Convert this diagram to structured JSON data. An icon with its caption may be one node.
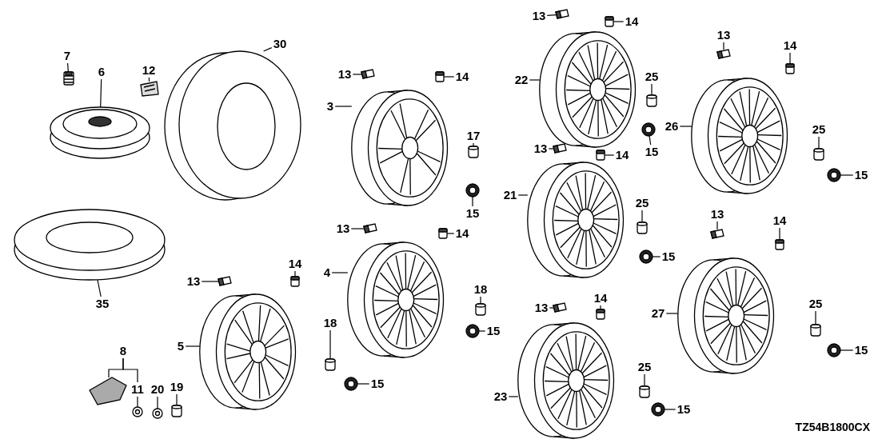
{
  "diagram": {
    "nodes": [
      {
        "text": [
          "7"
        ]
      },
      {
        "text": [
          "6"
        ]
      },
      {
        "text": [
          "12"
        ]
      },
      {
        "text": [
          "30"
        ]
      },
      {
        "text": [
          "35"
        ]
      },
      {
        "text": [
          "13"
        ]
      },
      {
        "text": [
          "14"
        ]
      },
      {
        "text": [
          "3"
        ]
      },
      {
        "text": [
          "17"
        ]
      },
      {
        "text": [
          "15"
        ]
      },
      {
        "text": [
          "13"
        ]
      },
      {
        "text": [
          "14"
        ]
      },
      {
        "text": [
          "4"
        ]
      },
      {
        "text": [
          "18"
        ]
      },
      {
        "text": [
          "15"
        ]
      },
      {
        "text": [
          "13"
        ]
      },
      {
        "text": [
          "14"
        ]
      },
      {
        "text": [
          "5"
        ]
      },
      {
        "text": [
          "18"
        ]
      },
      {
        "text": [
          "15"
        ]
      },
      {
        "text": [
          "8"
        ]
      },
      {
        "text": [
          "11"
        ]
      },
      {
        "text": [
          "20"
        ]
      },
      {
        "text": [
          "19"
        ]
      },
      {
        "text": [
          "13"
        ]
      },
      {
        "text": [
          "14"
        ]
      },
      {
        "text": [
          "22"
        ]
      },
      {
        "text": [
          "25"
        ]
      },
      {
        "text": [
          "15"
        ]
      },
      {
        "text": [
          "13"
        ]
      },
      {
        "text": [
          "14"
        ]
      },
      {
        "text": [
          "21"
        ]
      },
      {
        "text": [
          "25"
        ]
      },
      {
        "text": [
          "15"
        ]
      },
      {
        "text": [
          "13"
        ]
      },
      {
        "text": [
          "14"
        ]
      },
      {
        "text": [
          "23"
        ]
      },
      {
        "text": [
          "25"
        ]
      },
      {
        "text": [
          "15"
        ]
      },
      {
        "text": [
          "13"
        ]
      },
      {
        "text": [
          "14"
        ]
      },
      {
        "text": [
          "26"
        ]
      },
      {
        "text": [
          "25"
        ]
      },
      {
        "text": [
          "15"
        ]
      },
      {
        "text": [
          "13"
        ]
      },
      {
        "text": [
          "14"
        ]
      },
      {
        "text": [
          "27"
        ]
      },
      {
        "text": [
          "25"
        ]
      },
      {
        "text": [
          "15"
        ]
      },
      {
        "text": [],
        "shape": "picture"
      },
      {
        "text": [],
        "shape": "picture"
      },
      {
        "text": [],
        "shape": "picture"
      },
      {
        "text": [],
        "shape": "picture"
      },
      {
        "text": [],
        "shape": "picture"
      },
      {
        "text": [],
        "shape": "picture"
      },
      {
        "text": [],
        "shape": "picture"
      },
      {
        "text": [],
        "shape": "picture"
      },
      {
        "text": [],
        "shape": "picture"
      },
      {
        "text": [],
        "shape": "picture"
      },
      {
        "text": [],
        "shape": "picture"
      },
      {
        "text": [],
        "shape": "picture"
      },
      {
        "text": [],
        "shape": "picture"
      },
      {
        "text": [],
        "shape": "picture"
      },
      {
        "text": [],
        "shape": "picture"
      },
      {
        "text": [],
        "shape": "picture"
      },
      {
        "text": [],
        "shape": "picture"
      },
      {
        "text": [],
        "shape": "picture"
      },
      {
        "text": [],
        "shape": "picture"
      },
      {
        "text": [],
        "shape": "picture"
      },
      {
        "text": [],
        "shape": "picture"
      },
      {
        "text": [],
        "shape": "picture"
      },
      {
        "text": [],
        "shape": "picture"
      },
      {
        "text": [],
        "shape": "picture"
      },
      {
        "text": [],
        "shape": "picture"
      },
      {
        "text": [],
        "shape": "picture"
      },
      {
        "text": [],
        "shape": "picture"
      },
      {
        "text": [],
        "shape": "picture"
      },
      {
        "text": [],
        "shape": "picture"
      },
      {
        "text": [],
        "shape": "picture"
      },
      {
        "text": [],
        "shape": "picture"
      },
      {
        "text": [],
        "shape": "picture"
      },
      {
        "text": [],
        "shape": "picture"
      },
      {
        "text": [],
        "shape": "picture"
      },
      {
        "text": [],
        "shape": "picture"
      },
      {
        "text": [],
        "shape": "picture"
      },
      {
        "text": [],
        "shape": "picture"
      },
      {
        "text": [],
        "shape": "picture"
      },
      {
        "text": [],
        "shape": "picture"
      },
      {
        "text": [],
        "shape": "picture"
      },
      {
        "text": [],
        "shape": "picture"
      },
      {
        "text": [],
        "shape": "picture"
      },
      {
        "text": [],
        "shape": "picture"
      },
      {
        "text": [],
        "shape": "picture"
      },
      {
        "text": [],
        "shape": "picture"
      },
      {
        "text": [],
        "shape": "picture"
      },
      {
        "text": [],
        "shape": "picture"
      },
      {
        "text": [],
        "shape": "picture"
      },
      {
        "text": [],
        "shape": "picture"
      }
    ],
    "edges": [
      {
        "from": 0,
        "to": 49,
        "arrow": "none"
      },
      {
        "from": 1,
        "to": 50,
        "arrow": "none"
      },
      {
        "from": 2,
        "to": 51,
        "arrow": "none"
      },
      {
        "from": 3,
        "to": 52,
        "arrow": "none"
      },
      {
        "from": 4,
        "to": 53,
        "arrow": "none"
      },
      {
        "from": 5,
        "to": 54,
        "arrow": "none"
      },
      {
        "from": 6,
        "to": 55,
        "arrow": "none"
      },
      {
        "from": 7,
        "to": 56,
        "arrow": "none"
      },
      {
        "from": 8,
        "to": 57,
        "arrow": "none"
      },
      {
        "from": 9,
        "to": 58,
        "arrow": "none"
      },
      {
        "from": 10,
        "to": 59,
        "arrow": "none"
      },
      {
        "from": 11,
        "to": 60,
        "arrow": "none"
      },
      {
        "from": 12,
        "to": 61,
        "arrow": "none"
      },
      {
        "from": 13,
        "to": 62,
        "arrow": "none"
      },
      {
        "from": 14,
        "to": 63,
        "arrow": "none"
      },
      {
        "from": 15,
        "to": 64,
        "arrow": "none"
      },
      {
        "from": 16,
        "to": 65,
        "arrow": "none"
      },
      {
        "from": 17,
        "to": 66,
        "arrow": "none"
      },
      {
        "from": 18,
        "to": 67,
        "arrow": "none"
      },
      {
        "from": 19,
        "to": 68,
        "arrow": "none"
      },
      {
        "from": 20,
        "to": 69,
        "arrow": "none"
      },
      {
        "from": 20,
        "to": 21,
        "arrow": "none"
      },
      {
        "from": 21,
        "to": 70,
        "arrow": "none"
      },
      {
        "from": 22,
        "to": 71,
        "arrow": "none"
      },
      {
        "from": 23,
        "to": 72,
        "arrow": "none"
      },
      {
        "from": 24,
        "to": 73,
        "arrow": "none"
      },
      {
        "from": 25,
        "to": 74,
        "arrow": "none"
      },
      {
        "from": 26,
        "to": 75,
        "arrow": "none"
      },
      {
        "from": 27,
        "to": 76,
        "arrow": "none"
      },
      {
        "from": 28,
        "to": 77,
        "arrow": "none"
      },
      {
        "from": 29,
        "to": 78,
        "arrow": "none"
      },
      {
        "from": 30,
        "to": 79,
        "arrow": "none"
      },
      {
        "from": 31,
        "to": 80,
        "arrow": "none"
      },
      {
        "from": 32,
        "to": 81,
        "arrow": "none"
      },
      {
        "from": 33,
        "to": 82,
        "arrow": "none"
      },
      {
        "from": 34,
        "to": 83,
        "arrow": "none"
      },
      {
        "from": 35,
        "to": 84,
        "arrow": "none"
      },
      {
        "from": 36,
        "to": 85,
        "arrow": "none"
      },
      {
        "from": 37,
        "to": 86,
        "arrow": "none"
      },
      {
        "from": 38,
        "to": 87,
        "arrow": "none"
      },
      {
        "from": 39,
        "to": 88,
        "arrow": "none"
      },
      {
        "from": 40,
        "to": 89,
        "arrow": "none"
      },
      {
        "from": 41,
        "to": 90,
        "arrow": "none"
      },
      {
        "from": 42,
        "to": 91,
        "arrow": "none"
      },
      {
        "from": 43,
        "to": 92,
        "arrow": "none"
      },
      {
        "from": 44,
        "to": 93,
        "arrow": "none"
      },
      {
        "from": 45,
        "to": 94,
        "arrow": "none"
      },
      {
        "from": 46,
        "to": 95,
        "arrow": "none"
      },
      {
        "from": 47,
        "to": 96,
        "arrow": "none"
      },
      {
        "from": 48,
        "to": 97,
        "arrow": "none"
      }
    ],
    "labels": [
      "TZ54B1800CX"
    ]
  }
}
